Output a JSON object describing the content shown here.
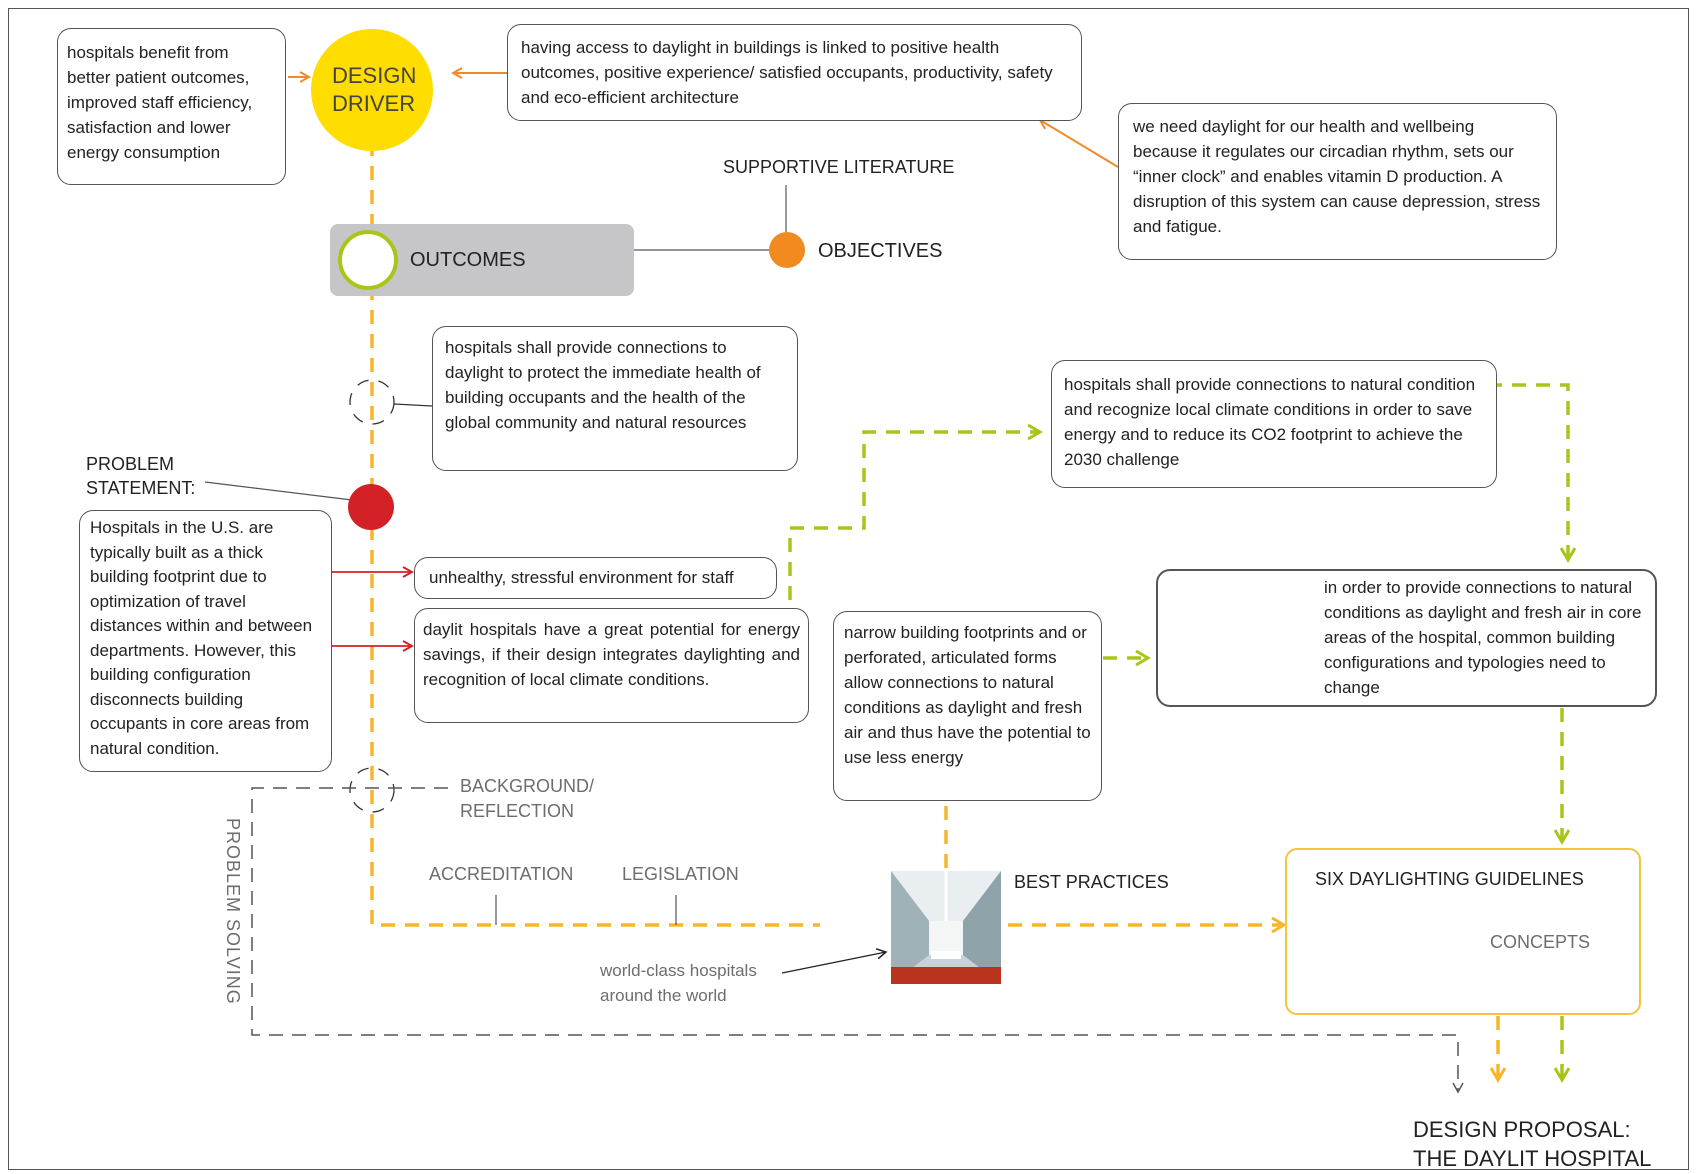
{
  "design_driver": {
    "label": "DESIGN DRIVER",
    "left_note": "hospitals benefit from better patient outcomes, improved staff efficiency, satisfaction and lower energy consumption",
    "right_note": "having access to daylight in buildings is linked to positive health outcomes, positive experience/ satisfied occupants, productivity, safety and eco-efficient architecture",
    "health_note": "we need daylight for our health and wellbeing because it regulates our circadian rhythm, sets our “inner clock” and enables vitamin D production. A disruption of this system can cause depression, stress and fatigue."
  },
  "supportive_literature": "SUPPORTIVE LITERATURE",
  "objectives": "OBJECTIVES",
  "outcomes": "OUTCOMES",
  "objective_note": "hospitals shall provide connections to daylight to protect the immediate health of building occupants and the health of the global community and natural resources",
  "climate_note": "hospitals shall provide connections to natural condition and recognize local climate conditions in order to save energy and to reduce its CO2 footprint to achieve the 2030 challenge",
  "problem": {
    "heading": "PROBLEM STATEMENT:",
    "text": "Hospitals in the U.S. are typically built as a thick building footprint due to optimization of travel distances within and between departments. However, this building configuration disconnects building occupants in core areas from natural condition.",
    "issue_staff": "unhealthy, stressful environment for staff",
    "issue_energy": "daylit hospitals have a great potential for energy savings, if their design integrates daylighting and recognition of local climate conditions."
  },
  "narrow_note": "narrow building footprints and or perforated, articulated forms allow connections to natural conditions as daylight and fresh air and thus have the potential to use less energy",
  "config_note": "in order to provide connections to natural conditions as daylight and fresh air in core areas of the hospital, common building configurations and typologies need to change",
  "background": "BACKGROUND/ REFLECTION",
  "problem_solving": "PROBLEM SOLVING",
  "accreditation": "ACCREDITATION",
  "legislation": "LEGISLATION",
  "best_practices": "BEST PRACTICES",
  "world_class": "world-class hospitals around the world",
  "guidelines": "SIX DAYLIGHTING GUIDELINES",
  "concepts": "CONCEPTS",
  "proposal": {
    "line1": "DESIGN PROPOSAL:",
    "line2": "THE DAYLIT HOSPITAL"
  },
  "colors": {
    "yellow": "#ffdd00",
    "orange_arrow": "#f08a2a",
    "dash_orange": "#f7b52c",
    "dash_green": "#a8c51a",
    "problem_red": "#d42027",
    "objective_orange": "#f18a1f",
    "outcome_grey": "#c6c6c8"
  }
}
